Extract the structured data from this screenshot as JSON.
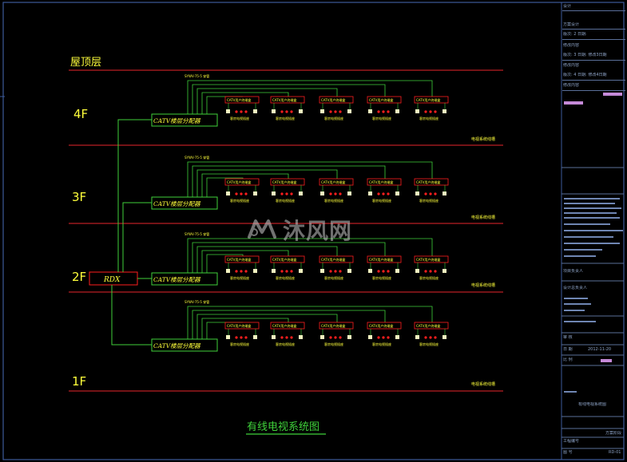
{
  "floors": {
    "roof": "屋顶层",
    "f4": "4F",
    "f3": "3F",
    "f2": "2F",
    "f1": "1F"
  },
  "main_box_label": "RDX",
  "amp_box_labels": {
    "f4": "CATV楼层分配器",
    "f3": "CATV楼层分配器",
    "f2": "CATV楼层分配器",
    "f1": "CATV楼层分配器"
  },
  "branch_label": "SYWV-75-5 穿管",
  "room_box_label": "CATV用户终端盒",
  "room_note": "客房电视插座",
  "edge_note": "电视系统线槽",
  "diagram_title": "有线电视系统图",
  "watermark": "沐风网",
  "title_block": {
    "rows": [
      "设计",
      "方案设计",
      "版次: 2  日期:",
      "修改内容",
      "版次: 3  日期: 修改3日期",
      "修改内容",
      "版次: 4  日期: 修改4日期",
      "修改内容"
    ],
    "person": "项目负责人",
    "designer": "设计总负责人",
    "check": "审 核",
    "date_label": "日 期",
    "date_value": "2012-11-20",
    "scale_label": "比 例",
    "drawing_name": "有线电视系统图",
    "stage_label": "方案阶段",
    "project_label": "工程编号",
    "drawing_no_label": "图 号",
    "drawing_no": "RD-01"
  },
  "colors": {
    "floor_line": "#e8262b",
    "wire": "#3fd13a",
    "label_yellow": "#ffff3b",
    "red_box": "#ff1e1e",
    "frame": "#3d5a9a"
  }
}
